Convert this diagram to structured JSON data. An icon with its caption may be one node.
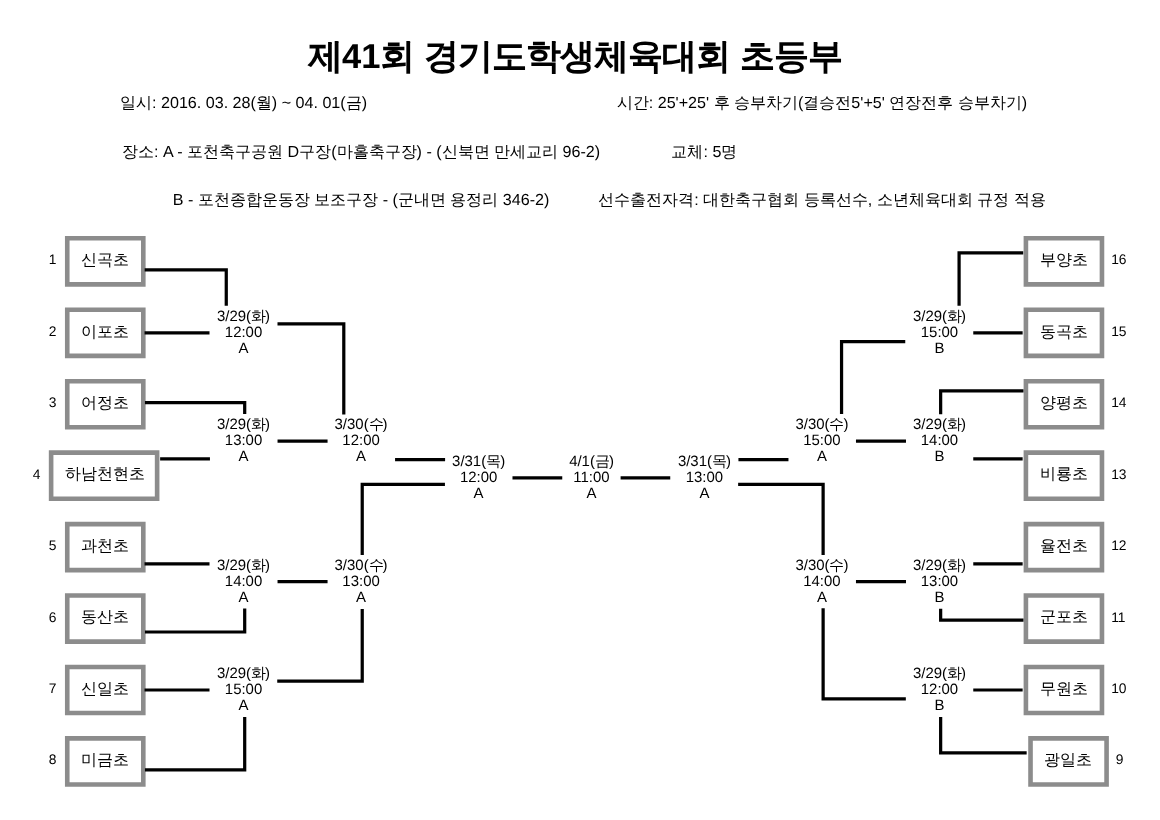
{
  "diagram": {
    "title": "제41회 경기도학생체육대회 초등부",
    "nodes": [
      {
        "text": [
          "신곡초"
        ],
        "beside": [
          "1"
        ]
      },
      {
        "text": [
          "이포초"
        ],
        "beside": [
          "2"
        ]
      },
      {
        "text": [
          "어정초"
        ],
        "beside": [
          "3"
        ]
      },
      {
        "text": [
          "하남천현초"
        ],
        "beside": [
          "4"
        ]
      },
      {
        "text": [
          "과천초"
        ],
        "beside": [
          "5"
        ]
      },
      {
        "text": [
          "동산초"
        ],
        "beside": [
          "6"
        ]
      },
      {
        "text": [
          "신일초"
        ],
        "beside": [
          "7"
        ]
      },
      {
        "text": [
          "미금초"
        ],
        "beside": [
          "8"
        ]
      },
      {
        "text": [
          "3/29(화)",
          "12:00",
          "A"
        ]
      },
      {
        "text": [
          "3/29(화)",
          "13:00",
          "A"
        ]
      },
      {
        "text": [
          "3/29(화)",
          "14:00",
          "A"
        ]
      },
      {
        "text": [
          "3/29(화)",
          "15:00",
          "A"
        ]
      },
      {
        "text": [
          "3/30(수)",
          "12:00",
          "A"
        ]
      },
      {
        "text": [
          "3/30(수)",
          "13:00",
          "A"
        ]
      },
      {
        "text": [
          "3/31(목)",
          "12:00",
          "A"
        ]
      },
      {
        "text": [
          "4/1(금)",
          "11:00",
          "A"
        ]
      },
      {
        "text": [
          "3/31(목)",
          "13:00",
          "A"
        ]
      },
      {
        "text": [
          "3/30(수)",
          "15:00",
          "A"
        ]
      },
      {
        "text": [
          "3/30(수)",
          "14:00",
          "A"
        ]
      },
      {
        "text": [
          "3/29(화)",
          "15:00",
          "B"
        ]
      },
      {
        "text": [
          "3/29(화)",
          "14:00",
          "B"
        ]
      },
      {
        "text": [
          "3/29(화)",
          "13:00",
          "B"
        ]
      },
      {
        "text": [
          "3/29(화)",
          "12:00",
          "B"
        ]
      },
      {
        "text": [
          "부양초"
        ],
        "beside": [
          "16"
        ]
      },
      {
        "text": [
          "동곡초"
        ],
        "beside": [
          "15"
        ]
      },
      {
        "text": [
          "양평초"
        ],
        "beside": [
          "14"
        ]
      },
      {
        "text": [
          "비룡초"
        ],
        "beside": [
          "13"
        ]
      },
      {
        "text": [
          "율전초"
        ],
        "beside": [
          "12"
        ]
      },
      {
        "text": [
          "군포초"
        ],
        "beside": [
          "11"
        ]
      },
      {
        "text": [
          "무원초"
        ],
        "beside": [
          "10"
        ]
      },
      {
        "text": [
          "광일초"
        ],
        "beside": [
          "9"
        ]
      }
    ],
    "edges": [
      {
        "from": 0,
        "to": 8,
        "arrow": "none"
      },
      {
        "from": 1,
        "to": 8,
        "arrow": "none"
      },
      {
        "from": 2,
        "to": 9,
        "arrow": "none"
      },
      {
        "from": 3,
        "to": 9,
        "arrow": "none"
      },
      {
        "from": 4,
        "to": 10,
        "arrow": "none"
      },
      {
        "from": 5,
        "to": 10,
        "arrow": "none"
      },
      {
        "from": 6,
        "to": 11,
        "arrow": "none"
      },
      {
        "from": 7,
        "to": 11,
        "arrow": "none"
      },
      {
        "from": 8,
        "to": 12,
        "arrow": "none"
      },
      {
        "from": 9,
        "to": 12,
        "arrow": "none"
      },
      {
        "from": 10,
        "to": 13,
        "arrow": "none"
      },
      {
        "from": 11,
        "to": 13,
        "arrow": "none"
      },
      {
        "from": 12,
        "to": 14,
        "arrow": "none"
      },
      {
        "from": 13,
        "to": 14,
        "arrow": "none"
      },
      {
        "from": 14,
        "to": 15,
        "arrow": "none"
      },
      {
        "from": 15,
        "to": 16,
        "arrow": "none"
      },
      {
        "from": 16,
        "to": 17,
        "arrow": "none"
      },
      {
        "from": 16,
        "to": 18,
        "arrow": "none"
      },
      {
        "from": 17,
        "to": 19,
        "arrow": "none"
      },
      {
        "from": 17,
        "to": 20,
        "arrow": "none"
      },
      {
        "from": 18,
        "to": 21,
        "arrow": "none"
      },
      {
        "from": 18,
        "to": 22,
        "arrow": "none"
      },
      {
        "from": 19,
        "to": 23,
        "arrow": "none"
      },
      {
        "from": 19,
        "to": 24,
        "arrow": "none"
      },
      {
        "from": 20,
        "to": 25,
        "arrow": "none"
      },
      {
        "from": 20,
        "to": 26,
        "arrow": "none"
      },
      {
        "from": 21,
        "to": 27,
        "arrow": "none"
      },
      {
        "from": 21,
        "to": 28,
        "arrow": "none"
      },
      {
        "from": 22,
        "to": 29,
        "arrow": "none"
      },
      {
        "from": 22,
        "to": 30,
        "arrow": "none"
      }
    ],
    "labels": [
      "일시: 2016. 03. 28(월) ~ 04. 01(금)",
      "장소: A - 포천축구공원 D구장(마홀축구장) - (신북면 만세교리 96-2)",
      "B - 포천종합운동장 보조구장 - (군내면 용정리 346-2)",
      "시간: 25'+25' 후 승부차기(결승전5'+5' 연장전후 승부차기)",
      "교체: 5명",
      "선수출전자격: 대한축구협회 등록선수, 소년체육대회 규정 적용"
    ]
  }
}
